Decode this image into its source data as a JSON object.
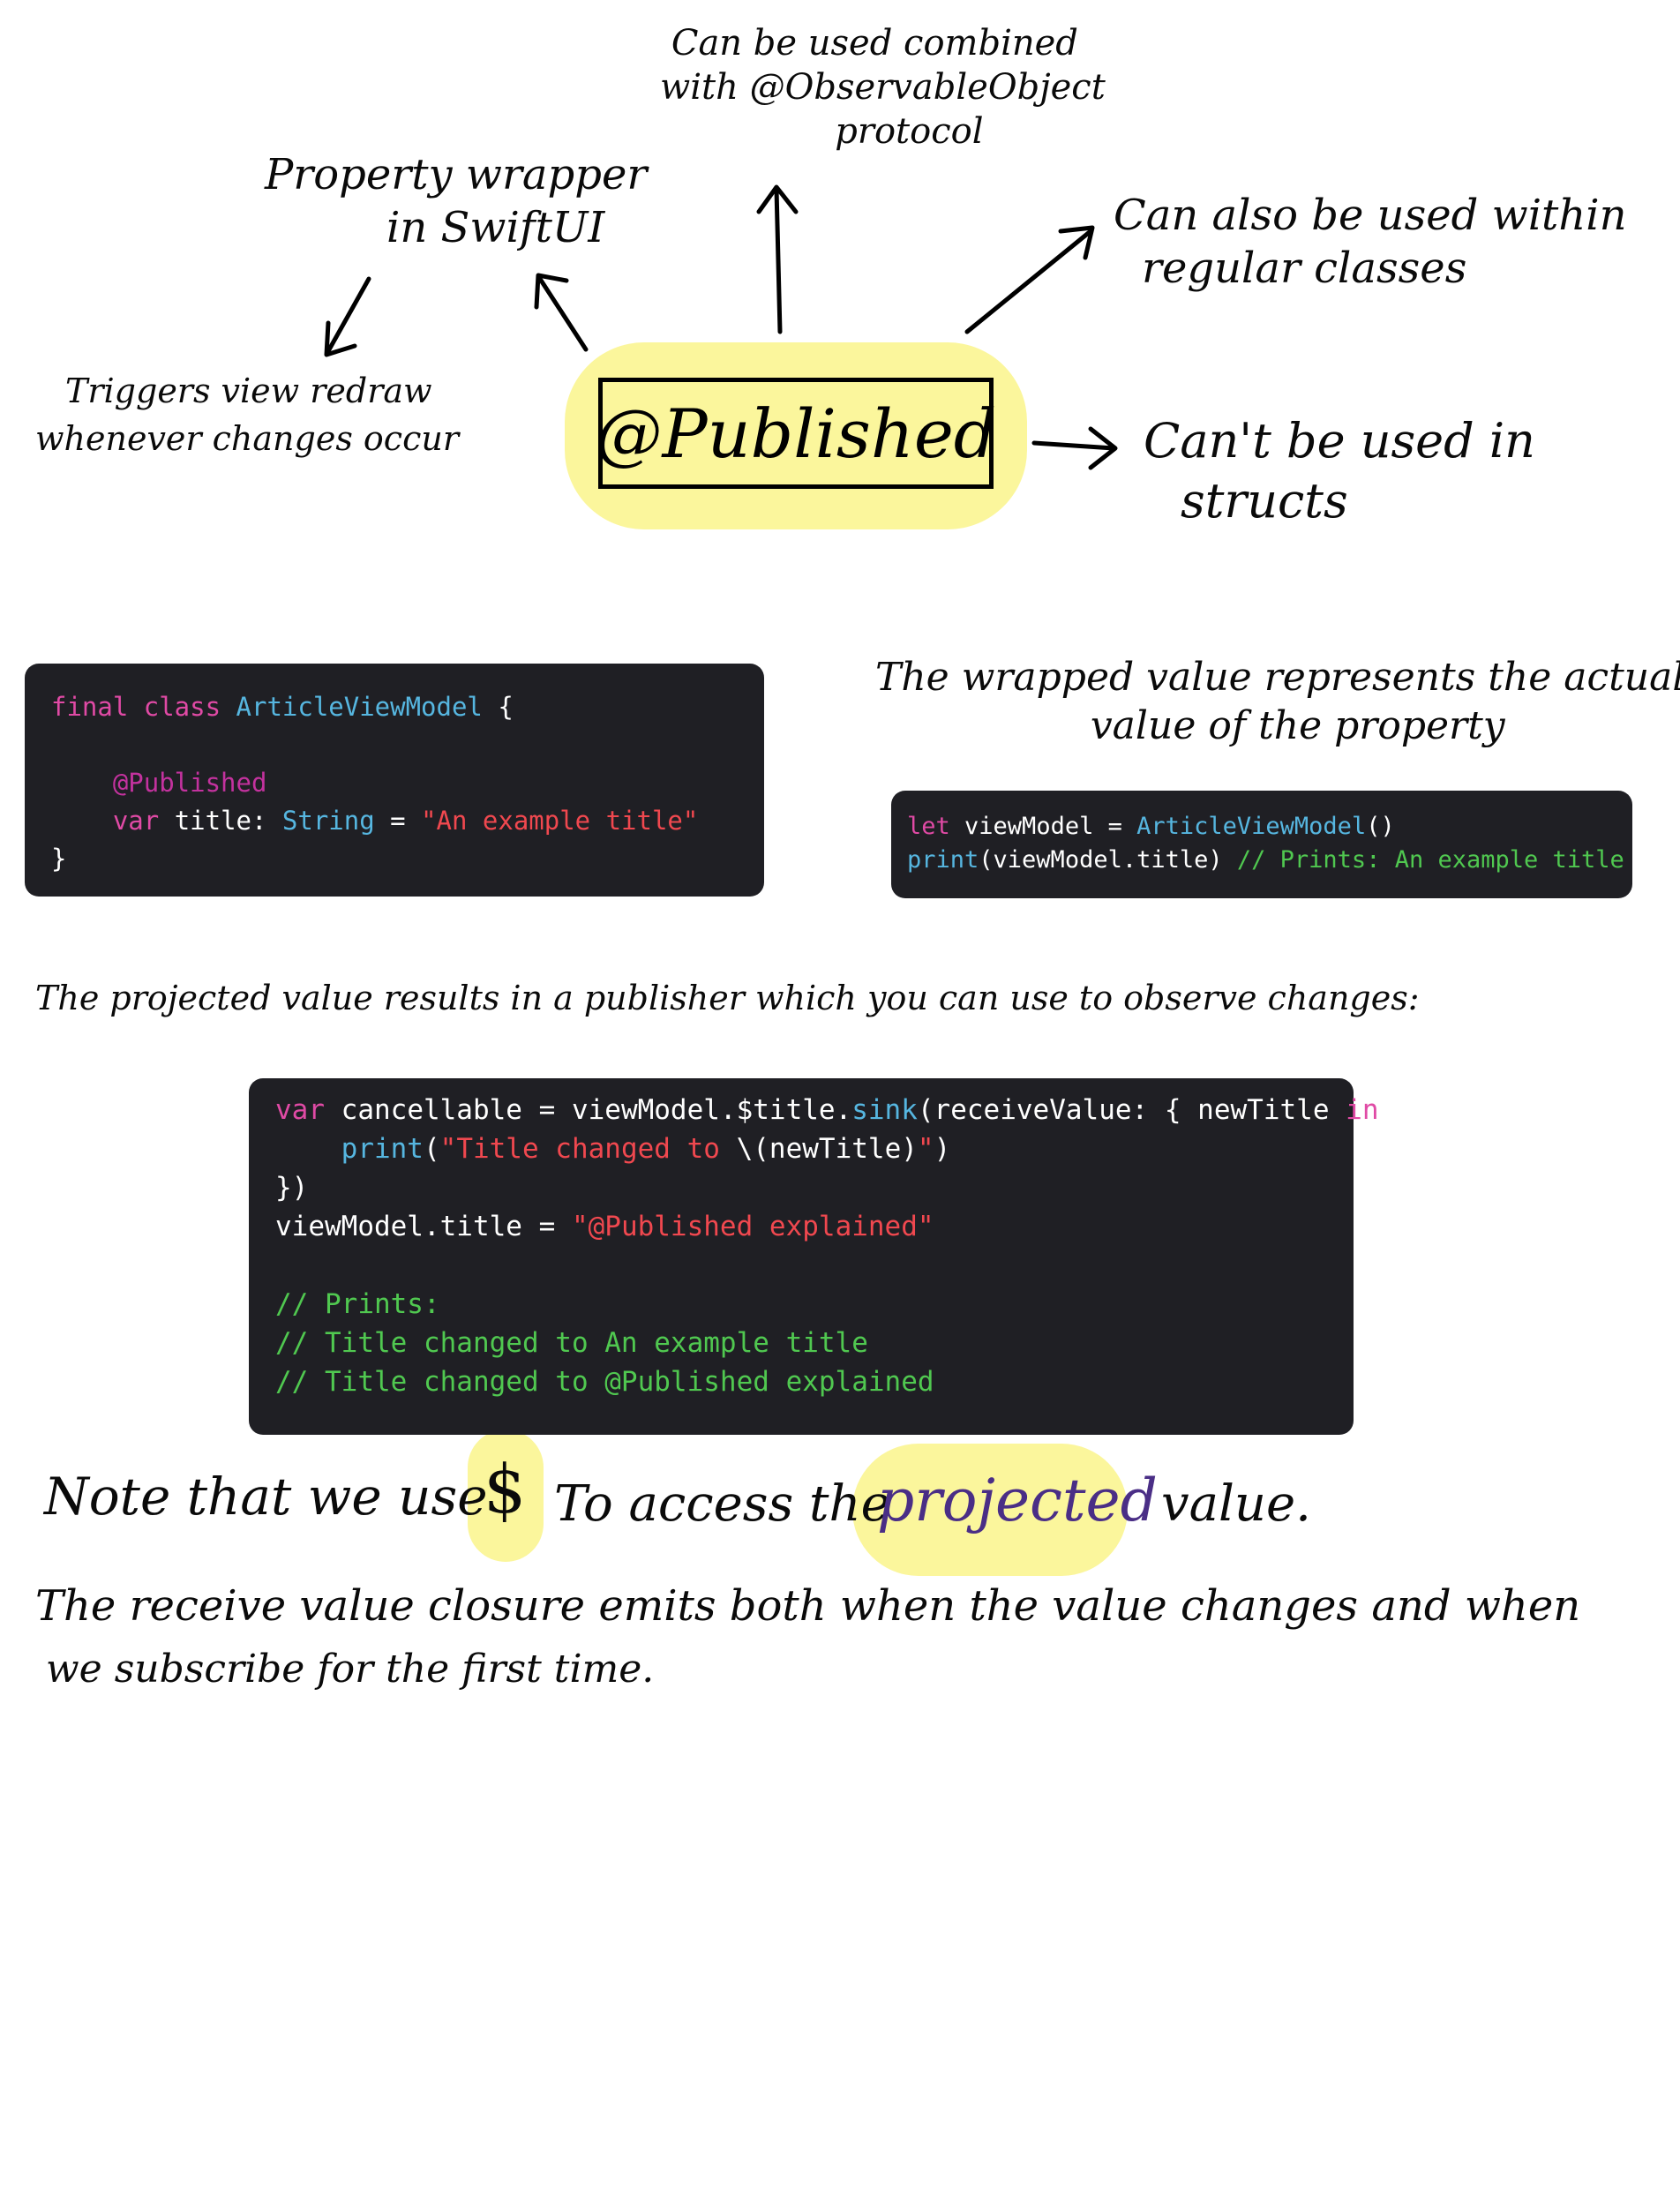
{
  "center": {
    "label": "@Published"
  },
  "notes": {
    "observable": [
      "Can be used combined",
      "with @ObservableObject",
      "protocol"
    ],
    "property_wrapper": [
      "Property wrapper",
      "in SwiftUI"
    ],
    "regular_classes": [
      "Can also be used within",
      "regular classes"
    ],
    "triggers": [
      "Triggers view redraw",
      "whenever changes occur"
    ],
    "structs": [
      "Can't be used in",
      "structs"
    ],
    "wrapped_value": [
      "The wrapped value represents the actual",
      "value of the property"
    ],
    "projected_value": "The projected value results in a publisher which you can use to observe changes:",
    "note_prefix": "Note that we use",
    "note_dollar": "$",
    "note_mid": "To access the",
    "note_projected": "projected",
    "note_suffix": "value.",
    "receive": [
      "The receive value closure emits both when the value changes and when",
      "we subscribe for the first time."
    ]
  },
  "code1": {
    "t1": "final class",
    "t2": " ",
    "t3": "ArticleViewModel",
    "t4": " {",
    "t5": "@Published",
    "t6": "var",
    "t7": " title: ",
    "t8": "String",
    "t9": " = ",
    "t10": "\"An example title\"",
    "t11": "}"
  },
  "code2": {
    "t1": "let",
    "t2": " viewModel = ",
    "t3": "ArticleViewModel",
    "t4": "()",
    "t5": "print",
    "t6": "(viewModel.title) ",
    "t7": "// Prints: An example title"
  },
  "code3": {
    "t1": "var",
    "t2": " cancellable = viewModel.$title.",
    "t3": "sink",
    "t4": "(receiveValue: { newTitle ",
    "t5": "in",
    "t6": "print",
    "t7": "(",
    "t8": "\"Title changed to ",
    "t9": "\\(newTitle)",
    "t10": "\"",
    "t11": ")",
    "t12": "})",
    "t13": "viewModel.title = ",
    "t14": "\"@Published explained\"",
    "t15": "// Prints:",
    "t16": "// Title changed to An example title",
    "t17": "// Title changed to @Published explained"
  },
  "colors": {
    "highlight": "#fbf69c",
    "code_bg": "#1f1f24",
    "keyword": "#e04aa5",
    "type": "#56b6e0",
    "string": "#f0484f",
    "comment": "#50c850",
    "projected_ink": "#4a2e86"
  }
}
